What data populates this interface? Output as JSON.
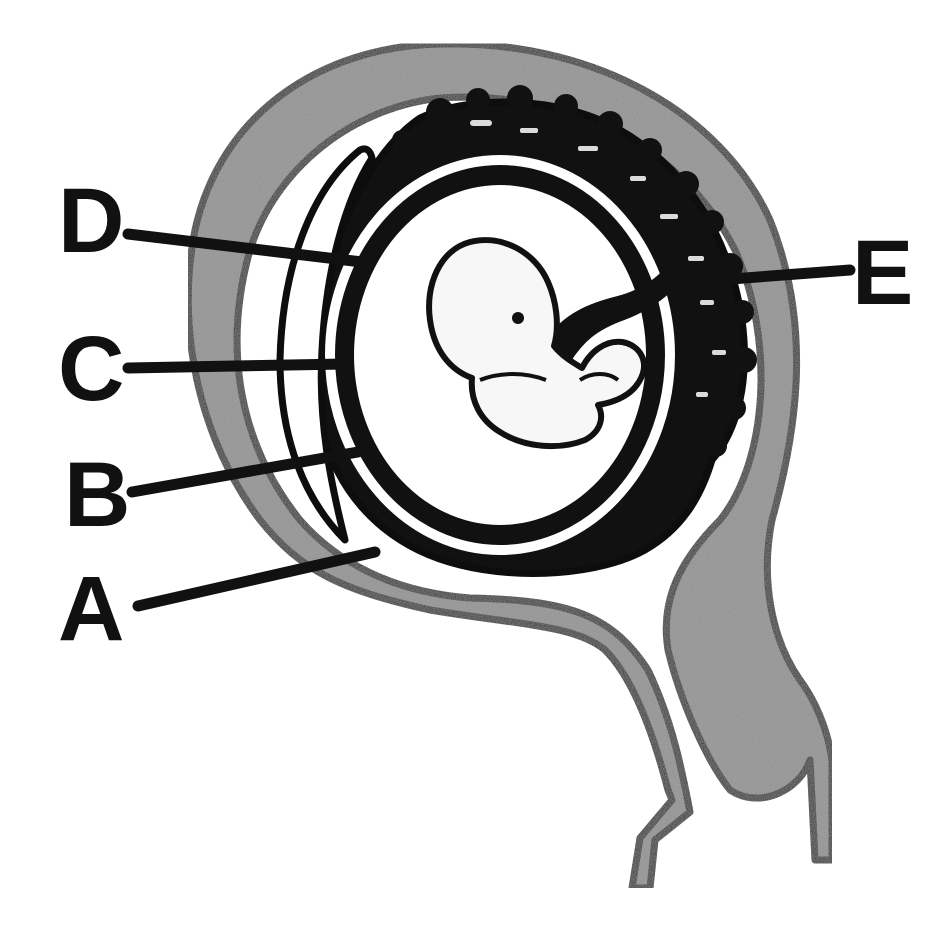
{
  "labels": {
    "a": "A",
    "b": "B",
    "c": "C",
    "d": "D",
    "e": "E"
  },
  "colors": {
    "uterine_wall": "#8f8f8f",
    "dark_layer": "#111111",
    "cavity": "#ffffff",
    "ink": "#0d0d0d"
  }
}
